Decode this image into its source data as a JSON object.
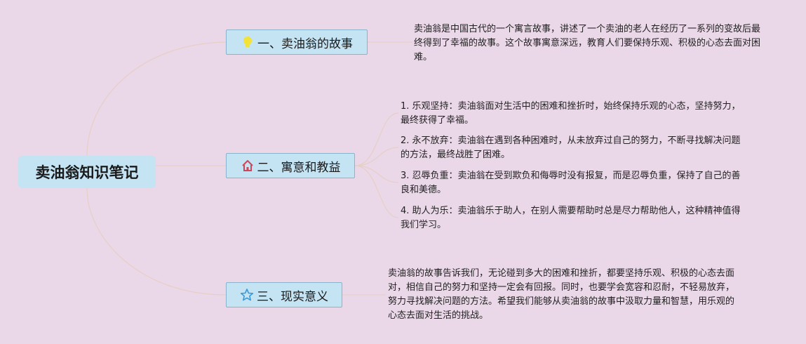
{
  "root": {
    "title": "卖油翁知识笔记"
  },
  "branches": [
    {
      "title": "一、卖油翁的故事",
      "icon": "lightbulb-icon",
      "icon_color": "#f2e23a",
      "texts": [
        "卖油翁是中国古代的一个寓言故事，讲述了一个卖油的老人在经历了一系列的变故后最终得到了幸福的故事。这个故事寓意深远，教育人们要保持乐观、积极的心态去面对困难。"
      ]
    },
    {
      "title": "二、寓意和教益",
      "icon": "home-icon",
      "icon_color": "#d0455a",
      "texts": [
        "1. 乐观坚持：卖油翁面对生活中的困难和挫折时，始终保持乐观的心态，坚持努力，最终获得了幸福。",
        "2. 永不放弃：卖油翁在遇到各种困难时，从未放弃过自己的努力，不断寻找解决问题的方法，最终战胜了困难。",
        "3. 忍辱负重：卖油翁在受到欺负和侮辱时没有报复，而是忍辱负重，保持了自己的善良和美德。",
        "4. 助人为乐：卖油翁乐于助人，在别人需要帮助时总是尽力帮助他人，这种精神值得我们学习。"
      ]
    },
    {
      "title": "三、现实意义",
      "icon": "star-icon",
      "icon_color": "#3a9ad9",
      "texts": [
        "卖油翁的故事告诉我们，无论碰到多大的困难和挫折，都要坚持乐观、积极的心态去面对，相信自己的努力和坚持一定会有回报。同时，也要学会宽容和忍耐，不轻易放弃，努力寻找解决问题的方法。希望我们能够从卖油翁的故事中汲取力量和智慧，用乐观的心态去面对生活的挑战。"
      ]
    }
  ],
  "colors": {
    "background": "#ead7e8",
    "node_fill": "#c4e3f3",
    "connector": "#e6cfc6"
  }
}
